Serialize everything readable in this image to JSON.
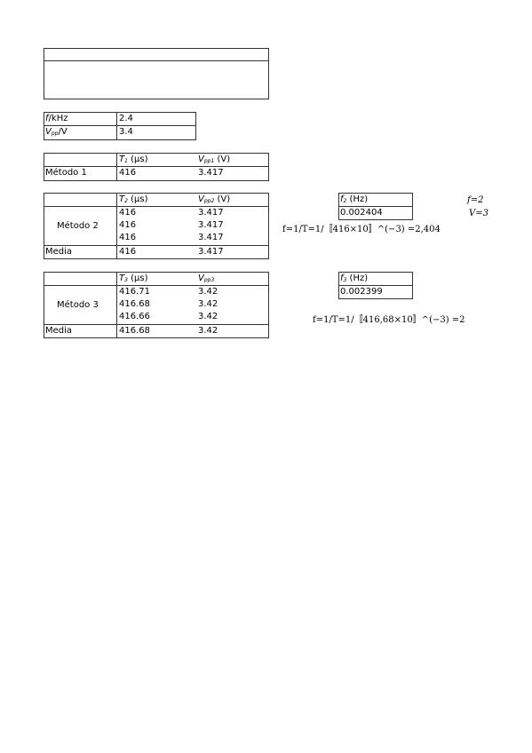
{
  "params": {
    "f_label": "f",
    "f_unit": "/kHz",
    "f_value": "2.4",
    "v_label": "V",
    "v_sub": "pp",
    "v_unit": "/V",
    "v_value": "3.4"
  },
  "m1": {
    "col_t": "T",
    "col_t_sub": "1",
    "col_t_unit": " (µs)",
    "col_v": "V",
    "col_v_sub": "pp1",
    "col_v_unit": " (V)",
    "label": "Método 1",
    "t": "416",
    "v": "3.417"
  },
  "m2": {
    "col_t": "T",
    "col_t_sub": "2",
    "col_t_unit": " (µs)",
    "col_v": "V",
    "col_v_sub": "pp2",
    "col_v_unit": " (V)",
    "label": "Método 2",
    "rows": [
      {
        "t": "416",
        "v": "3.417"
      },
      {
        "t": "416",
        "v": "3.417"
      },
      {
        "t": "416",
        "v": "3.417"
      }
    ],
    "mean_label": "Media",
    "mean_t": "416",
    "mean_v": "3.417",
    "f_head": "f",
    "f_head_sub": "2",
    "f_head_unit": " (Hz)",
    "f_value": "0.002404",
    "formula": "f=1/T=1/〚416×10〛^(−3) =2,404",
    "side_f": "f=2",
    "side_v": "V=3"
  },
  "m3": {
    "col_t": "T",
    "col_t_sub": "3",
    "col_t_unit": " (µs)",
    "col_v": "V",
    "col_v_sub": "pp3",
    "label": "Método 3",
    "rows": [
      {
        "t": "416.71",
        "v": "3.42"
      },
      {
        "t": "416.68",
        "v": "3.42"
      },
      {
        "t": "416.66",
        "v": "3.42"
      }
    ],
    "mean_label": "Media",
    "mean_t": "416.68",
    "mean_v": "3.42",
    "f_head": "f",
    "f_head_sub": "3",
    "f_head_unit": " (Hz)",
    "f_value": "0.002399",
    "formula": "f=1/T=1/〚416,68×10〛^(−3) =2"
  }
}
